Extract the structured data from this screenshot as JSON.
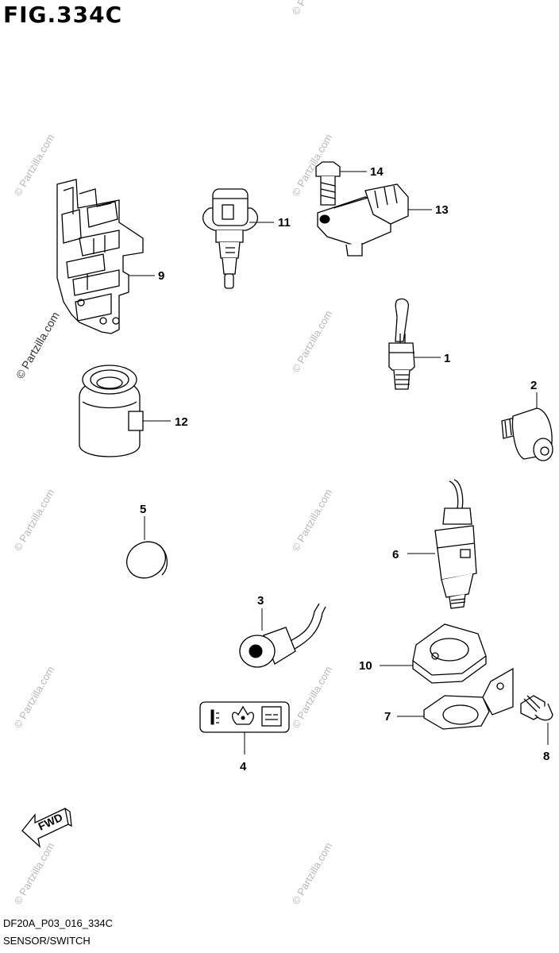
{
  "figure": {
    "title": "FIG.334C",
    "code": "DF20A_P03_016_334C",
    "name": "SENSOR/SWITCH"
  },
  "watermark": {
    "text": "© Partzilla.com"
  },
  "fwd_arrow": {
    "label": "FWD"
  },
  "callouts": {
    "p1": "1",
    "p2": "2",
    "p3": "3",
    "p4": "4",
    "p5": "5",
    "p6": "6",
    "p7": "7",
    "p8": "8",
    "p9": "9",
    "p10": "10",
    "p11": "11",
    "p12": "12",
    "p13": "13",
    "p14": "14"
  }
}
